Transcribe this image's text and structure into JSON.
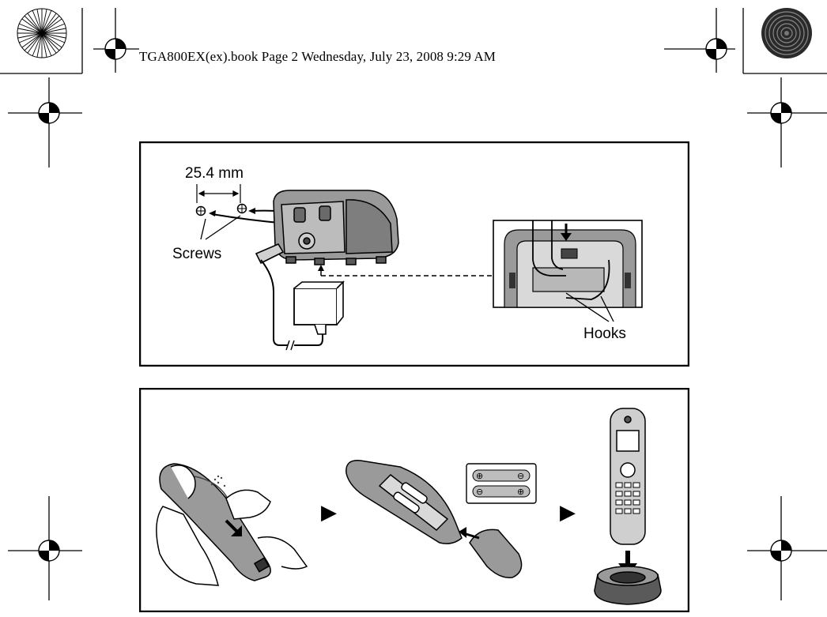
{
  "header": {
    "running_head": "TGA800EX(ex).book  Page 2  Wednesday, July 23, 2008  9:29 AM"
  },
  "figure_wall_mount": {
    "dimension_label": "25.4 mm",
    "screws_label": "Screws",
    "hooks_label": "Hooks"
  },
  "figure_battery": {
    "step_arrow_glyph": "▶"
  },
  "colors": {
    "ink": "#000000",
    "device_gray": "#9a9a9a",
    "device_dark": "#5a5a5a",
    "inset_bg": "#d9d9d9"
  }
}
